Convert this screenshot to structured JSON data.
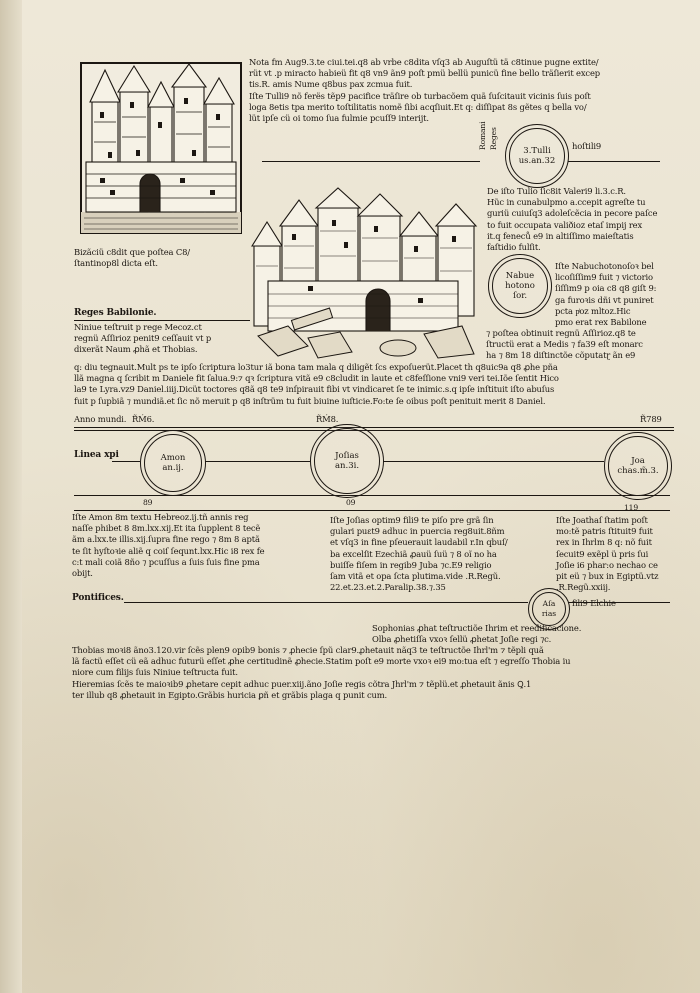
{
  "header_text": {
    "line1": "Nota fm Aug9.3.te ciui.tei.q8 ab vrbe c8dita vſq3 ab Auguſtü tä c8tinue pugne extite/",
    "line2": "rüt vt .p miracto habieü fit q8 vn9 ãn9 poſt pmü bellü punicü fine bello träſierit excep",
    "line3": "tis.R. amis Nume q8bus pax zcmua fuit.",
    "line4": "Iſte Tulli9 nõ ferës tẽp9 pacifice träſire ob turbacõem quã ſuſcitauit vicinis ſuis poſt",
    "line5": "loga 8etis tpa merito toſtilitatis nomẽ ſibi acqſiuit.Et q: diſſipat 8s gẽtes q bella vo/",
    "line6": "lüt ipſe cü oi tomo ſua fulmie pcuſſ9 interijt."
  },
  "romani_reges": {
    "label": "Romani\nReges",
    "circle": "3.Tulli\nus.an.32",
    "hostil": "hoſtili9"
  },
  "tullius_para": {
    "l1": "De iſto Tulio ſic8it Valeri9 li.3.c.R.",
    "l2": "Hũc in cunabulpmo a.ccepit agreſte tu",
    "l3": "guriü cuiuſq3 adoleſcẽcia in pecore paſce",
    "l4": "to fuit occupata valiðioz etaſ impij rex",
    "l5": "it.q feneců e9 in altiſſimo maieſtatis",
    "l6": "faſtidio fulſit."
  },
  "bizantiu": "Bizãciü c8dit que poſtea C8/\nſtantinop8l dicta eſt.",
  "reges_babilonie": "Reges Babilonie.",
  "ninive_para": "Niniue teſtruit p rege Mecoz.ct\nregnü Aſſirioz penit9 ceſſauit vt p\ndixerãt Naum ꝓhã et Thobias.",
  "nabuco": {
    "circle": "Nabue\nhotono\nſor.",
    "l1": "Iſte Nabuchotonoſoꝛ bel",
    "l2": "licoſiſſim9 fuit ⁊ victorio",
    "l3": "ſiſſim9 p oia c8 q8 giſt 9:",
    "l4": "ga furoꝛis dñi vt puniret",
    "l5": "pcta pͥoz mltoz.Hic",
    "l6": "pmo erat rex Babilone",
    "l7": "⁊ poſtea obtinuit regnü Aſſirioz.q8 te",
    "l8": "ſtructü erat a Medis ⁊ fa39 eſt monarc",
    "l9": "ha ⁊ 8m 18 diſtinctõe cõputatɽ ãn e9"
  },
  "full_para": {
    "l1": "q: diu tegnauit.Mult ps te ipſo ſcriptura lo3tur iã bona tam mala q diligẽt ſcs expoſuerüt.Placet th q8uic9a q8 ꝓhe pña",
    "l2": "llã magna q ſcribit m Daniele fit ſalua.9:⁊ qꝛ ſcriptura vitã e9 c8cludit in laute et c8feſſione vni9 veri tei.Iõe ſentit Hico",
    "l3": "la9 te Lyra.vz9 Daniel.iiij.Dicüt toctores q8ã q8 te9 inſpirauit fibi vt vindicaret ſe te inimic.s.q ipſe inſtituit iſto abuſus",
    "l4": "fuit p ſupbiã ⁊ mundiã.et ſic nõ meruit p q8 inſtrüm tu fuit biuine iuſticie.Fo:te ſe oibus poſt penituit merit 8 Daniel."
  },
  "anno_mundi": {
    "label": "Anno mundi.",
    "y1": "R̃Ḿ6.",
    "y2": "R̃Ḿ8.",
    "y3": "R̃789"
  },
  "linea_xpi": "Linea xpi",
  "kings": [
    {
      "name": "Amon\nan.ij."
    },
    {
      "name": "Joſias\nan.3i."
    },
    {
      "name": "Joa\nchas.m̃.3."
    }
  ],
  "tick_labels": [
    "89",
    "09",
    "119"
  ],
  "amon_para": {
    "l1": "Iſte Amon 8m textu Hebreoz.ij.tñ annis reg",
    "l2": "naſſe phibet 8 8m.lxx.xij.Et ita ſupplent 8 tecẽ",
    "l3": "ãm a.lxx.te illis.xij.ſupra fine rego ⁊ 8m 8 aptã",
    "l4": "te ſit hyſtoꝛie aliẽ q coiſ ſequnt.lxx.Hic i8 rex fe",
    "l5": "c:t mali coiã 8ño ⁊ pcuſſus a ſuis ſuis fine pma",
    "l6": "obijt."
  },
  "josias_para": {
    "l1": "Iſte Joſias optim9 fili9 te piſo pre grã ſin",
    "l2": "gulari puɛt9 adhuc in puercia reg8uit.8ñm",
    "l3": "et vſq3 in fine pſeuerauit laudabil r.In qbuſ/",
    "l4": "ba excelſit Ezechiã ꝓauü ſuü ⁊ 8 oĩ no ha",
    "l5": "buiſſe fiſem in regib9 Juba ⁊c.E9 religio",
    "l6": "ſam vitã et opa ſcta plutima.vide .R.Regũ.",
    "l7": "22.et.23.et.2.Paralip.38.⁊.35"
  },
  "joachas_para": {
    "l1": "Iſte Joathaſ ſtatim poſt",
    "l2": "mo:tẽ patris ſtituit9 fuit",
    "l3": "rex in Ihrlm 8 q: nõ fuit",
    "l4": "ſecuit9 exẽpl ü pris ſui",
    "l5": "Joſie i6 phar:o nechao ce",
    "l6": "pit eü ⁊ bux in Egiptü.vtz",
    "l7": ".R.Regũ.xxiij."
  },
  "asa": {
    "circle": "Aſa\nrias",
    "text": "fili9 Elchie"
  },
  "pontifices": "Pontifices.",
  "bottom": {
    "l1": "Sophonias ꝓhat teſtructiõe Ihrim et reedificacione.",
    "l2": "Olba ꝓhetiſſa vxoꝛ ſellü ꝓhetat Joſie regi ⁊c.",
    "l3": "Thobias moꝛi8 ãno3.120.vir ſcẽs plen9 opib9 bonis ⁊ ꝓhecie ſpũ clar9.ꝓhetauit nãq3 te teſtructõe Ihrl'm ⁊ tẽpli quã",
    "l4": "lã factü eſſet cü eã adhuc futurü eſſet ꝓhe certitudinẽ ꝓhecie.Statim poſt e9 morte vxoꝛ ei9 mo:tua eſt ⁊ egreſſo Thobia iu",
    "l5": "niore cum filijs ſuis Niniue teſtructa fuit.",
    "l6": "Hieremias ſcẽs te maioꝛib9 ꝓhetare cepit adhuc puer.xiij.ãno Joſie regis cõtra Jhrl'm ⁊ tẽplü.et ꝓhetauit ãnis Ꝗ.1",
    "l7": "ter illub q8 ꝓhetauit in Egipto.Grãbis huricia ꝑñ et grãbis plaga q punit cum."
  }
}
